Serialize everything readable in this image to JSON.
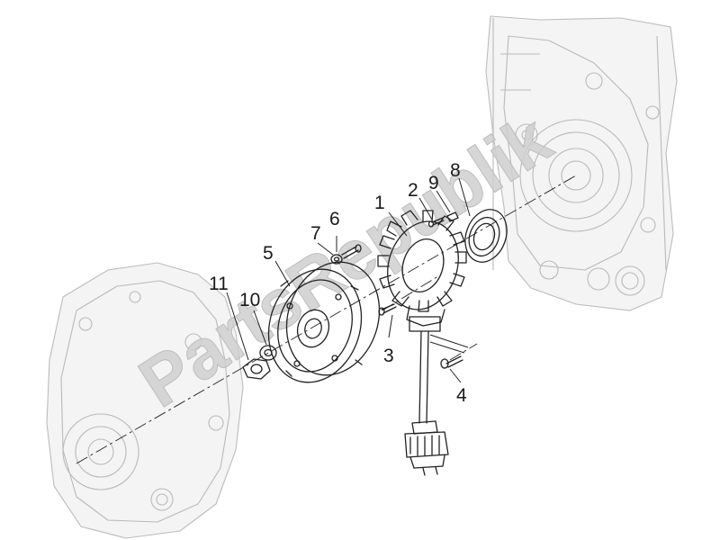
{
  "watermark": {
    "text": "PartsRepublik"
  },
  "callouts": [
    {
      "id": "1",
      "label": "1"
    },
    {
      "id": "2",
      "label": "2"
    },
    {
      "id": "3",
      "label": "3"
    },
    {
      "id": "4",
      "label": "4"
    },
    {
      "id": "5",
      "label": "5"
    },
    {
      "id": "6",
      "label": "6"
    },
    {
      "id": "7",
      "label": "7"
    },
    {
      "id": "8",
      "label": "8"
    },
    {
      "id": "9",
      "label": "9"
    },
    {
      "id": "10",
      "label": "10"
    },
    {
      "id": "11",
      "label": "11"
    }
  ]
}
